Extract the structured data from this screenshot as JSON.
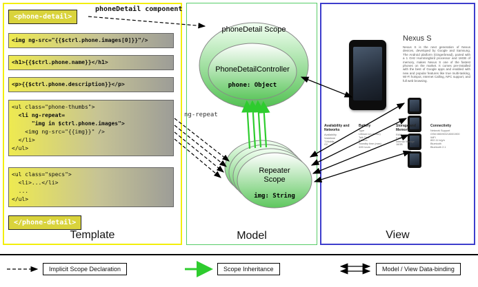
{
  "colors": {
    "template_border": "#f2ee0a",
    "model_border": "#55cc66",
    "view_border": "#3d3dcc",
    "scope_top": "#f2fff2",
    "scope_bottom": "#52c152",
    "inner_top": "#ffffff",
    "inner_bottom": "#5ec75e",
    "green": "#2ecc2e",
    "tag_bg": "#d9d33c",
    "code_left": "#eeea50",
    "code_mid": "#c6c395",
    "code_right": "#9d9d97"
  },
  "template_panel": {
    "label": "Template",
    "open_tag": "<phone-detail>",
    "close_tag": "</phone-detail>",
    "component_label": "phoneDetail component",
    "code_blocks": [
      {
        "lines": [
          {
            "t": "<img ng-src=\"{{$ctrl.phone.images[0]}}\"/>",
            "b": true
          }
        ]
      },
      {
        "lines": [
          {
            "t": "<h1>{{$ctrl.phone.name}}</h1>",
            "b": true
          }
        ]
      },
      {
        "lines": [
          {
            "t": "<p>{{$ctrl.phone.description}}</p>",
            "b": true
          }
        ]
      },
      {
        "lines": [
          {
            "t": "<ul class=\"phone-thumbs\">",
            "b": false
          },
          {
            "t": "  <li ng-repeat=",
            "b": true
          },
          {
            "t": "      \"img in $ctrl.phone.images\">",
            "b": true
          },
          {
            "t": "    <img ng-src=\"{{img}}\" />",
            "b": false
          },
          {
            "t": "  </li>",
            "b": false
          },
          {
            "t": "</ul>",
            "b": false
          }
        ]
      },
      {
        "lines": [
          {
            "t": "<ul class=\"specs\">",
            "b": false
          },
          {
            "t": "  <li>...</li>",
            "b": false
          },
          {
            "t": "  ...",
            "b": false
          },
          {
            "t": "</ul>",
            "b": false
          }
        ]
      }
    ]
  },
  "model_panel": {
    "label": "Model",
    "scope_title": "phoneDetail Scope",
    "controller_title": "PhoneDetailController",
    "controller_prop": "phone: Object",
    "ng_repeat_label": "ng-repeat",
    "repeater_line1": "Repeater",
    "repeater_line2": "Scope",
    "repeater_prop": "img: String"
  },
  "view_panel": {
    "label": "View",
    "product_title": "Nexus S",
    "description": "Nexus S is the next generation of Nexus devices, developed by Google and Samsung. The Android platform (Gingerbread), paired with a 1 GHz Hummingbird processor and 16GB of memory, makes Nexus S one of the fastest phones on the market. It comes pre-installed with the best of Google apps and enabled with new and popular features like true multi-tasking, Wi-Fi hotspot, Internet Calling, NFC support, and full web browsing.",
    "specs": [
      {
        "heading": "Availability and Networks",
        "rows": [
          "Availability",
          "Vodafone",
          "T-Mobile",
          "O2"
        ]
      },
      {
        "heading": "Battery",
        "rows": [
          "Type",
          "Lithium Ion (Li-Ion)",
          "Talk Time",
          "6 hours",
          "Standby time (max)",
          "428 hours"
        ]
      },
      {
        "heading": "Storage and Memory",
        "rows": [
          "RAM",
          "512MB",
          "Internal Storage",
          "16GB"
        ]
      },
      {
        "heading": "Connectivity",
        "rows": [
          "Network Support",
          "GSM 850/900/1800/1900",
          "WiFi",
          "802.11 b/g/n",
          "Bluetooth",
          "Bluetooth 2.1"
        ]
      }
    ]
  },
  "legend": {
    "items": [
      {
        "label": "Implicit Scope Declaration"
      },
      {
        "label": "Scope Inheritance"
      },
      {
        "label": "Model / View Data-binding"
      }
    ]
  }
}
